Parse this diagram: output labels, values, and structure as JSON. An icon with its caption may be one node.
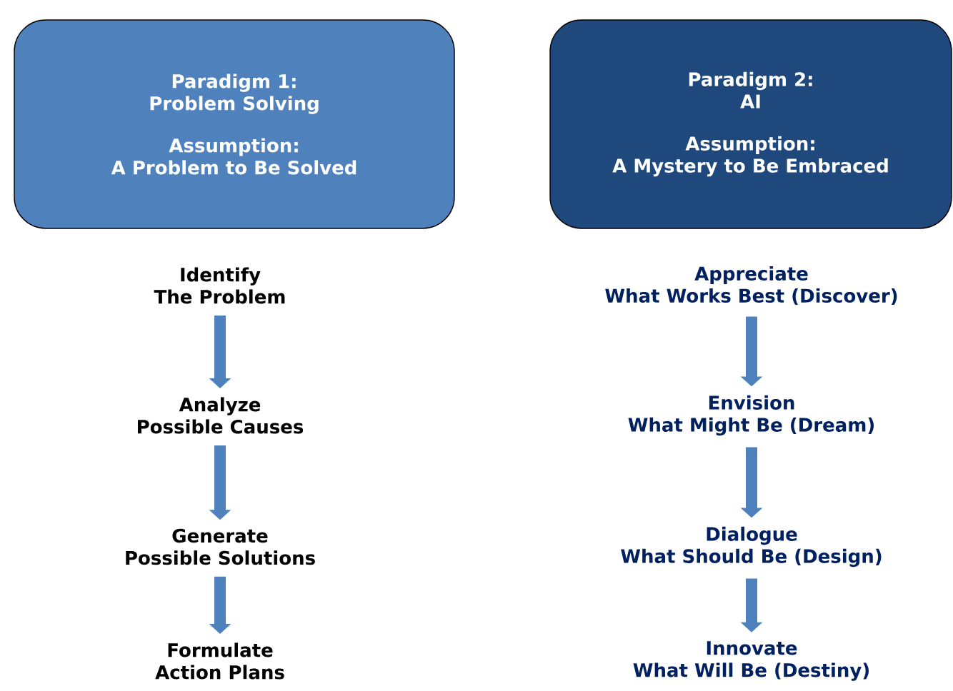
{
  "diagram": {
    "nodes": [
      {
        "text": [
          "Paradigm 1:",
          "Problem Solving",
          "Assumption:",
          "A Problem to Be Solved"
        ]
      },
      {
        "text": [
          "Paradigm 2:",
          "AI",
          "Assumption:",
          "A Mystery to Be Embraced"
        ]
      },
      {
        "text": [
          "Identify",
          "The Problem"
        ]
      },
      {
        "text": [
          "Analyze",
          "Possible Causes"
        ]
      },
      {
        "text": [
          "Generate",
          "Possible Solutions"
        ]
      },
      {
        "text": [
          "Formulate",
          "Action Plans"
        ]
      },
      {
        "text": [
          "Appreciate",
          "What Works Best (Discover)"
        ]
      },
      {
        "text": [
          "Envision",
          "What Might Be (Dream)"
        ]
      },
      {
        "text": [
          "Dialogue",
          "What Should Be (Design)"
        ]
      },
      {
        "text": [
          "Innovate",
          "What Will Be (Destiny)"
        ]
      }
    ],
    "edges": [
      {
        "from": 2,
        "to": 3,
        "arrow": "to"
      },
      {
        "from": 3,
        "to": 4,
        "arrow": "to"
      },
      {
        "from": 4,
        "to": 5,
        "arrow": "to"
      },
      {
        "from": 6,
        "to": 7,
        "arrow": "to"
      },
      {
        "from": 7,
        "to": 8,
        "arrow": "to"
      },
      {
        "from": 8,
        "to": 9,
        "arrow": "to"
      }
    ]
  }
}
